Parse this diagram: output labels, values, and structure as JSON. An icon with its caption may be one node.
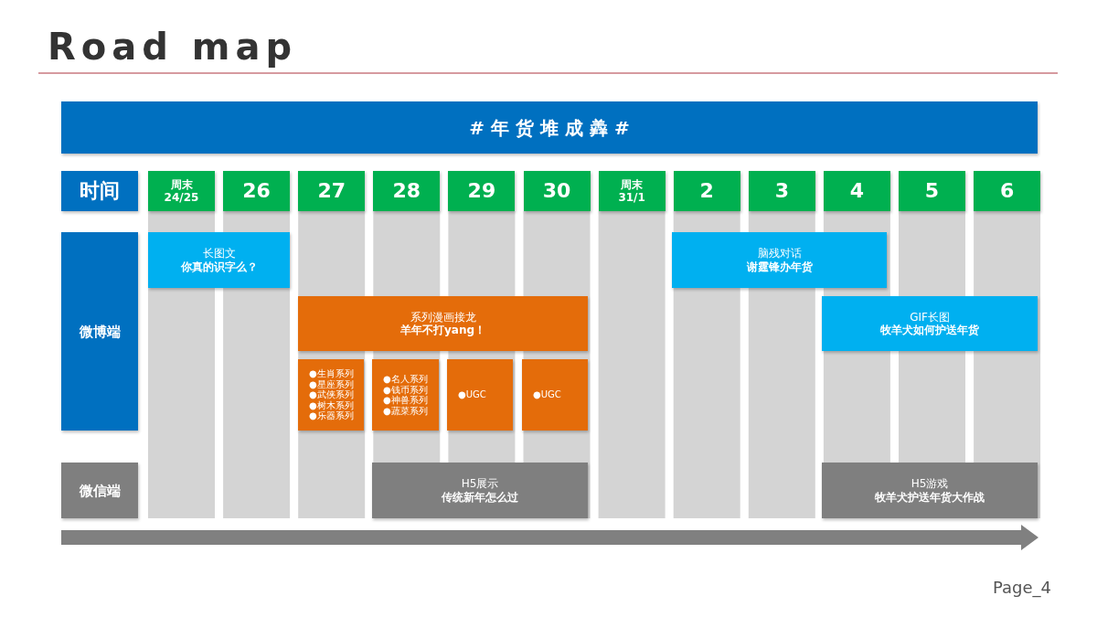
{
  "diagram": {
    "title": "Road map",
    "nodes": [
      {
        "text": [
          "# 年 货 堆 成 羴 #"
        ]
      },
      {
        "text": [
          "时间"
        ]
      },
      {
        "text": [
          "周末",
          "24/25"
        ]
      },
      {
        "text": [
          "26"
        ]
      },
      {
        "text": [
          "27"
        ]
      },
      {
        "text": [
          "28"
        ]
      },
      {
        "text": [
          "29"
        ]
      },
      {
        "text": [
          "30"
        ]
      },
      {
        "text": [
          "周末",
          "31/1"
        ]
      },
      {
        "text": [
          "2"
        ]
      },
      {
        "text": [
          "3"
        ]
      },
      {
        "text": [
          "4"
        ]
      },
      {
        "text": [
          "5"
        ]
      },
      {
        "text": [
          "6"
        ]
      },
      {
        "text": [
          "微博端"
        ]
      },
      {
        "text": [
          "长图文",
          "你真的识字么？"
        ]
      },
      {
        "text": [
          "脑残对话",
          "谢霆锋办年货"
        ]
      },
      {
        "text": [
          "系列漫画接龙",
          "羊年不打yang！"
        ]
      },
      {
        "text": [
          "GIF长图",
          "牧羊犬如何护送年货"
        ]
      },
      {
        "text": [
          "●生肖系列",
          "●星座系列",
          "●武侠系列",
          "●树木系列",
          "●乐器系列"
        ]
      },
      {
        "text": [
          "●名人系列",
          "●钱币系列",
          "●神兽系列",
          "●蔬菜系列"
        ]
      },
      {
        "text": [
          "●UGC"
        ]
      },
      {
        "text": [
          "●UGC"
        ]
      },
      {
        "text": [
          "微信端"
        ]
      },
      {
        "text": [
          "H5展示",
          "传统新年怎么过"
        ]
      },
      {
        "text": [
          "H5游戏",
          "牧羊犬护送年货大作战"
        ]
      }
    ],
    "labels": [
      "Page_4"
    ]
  }
}
